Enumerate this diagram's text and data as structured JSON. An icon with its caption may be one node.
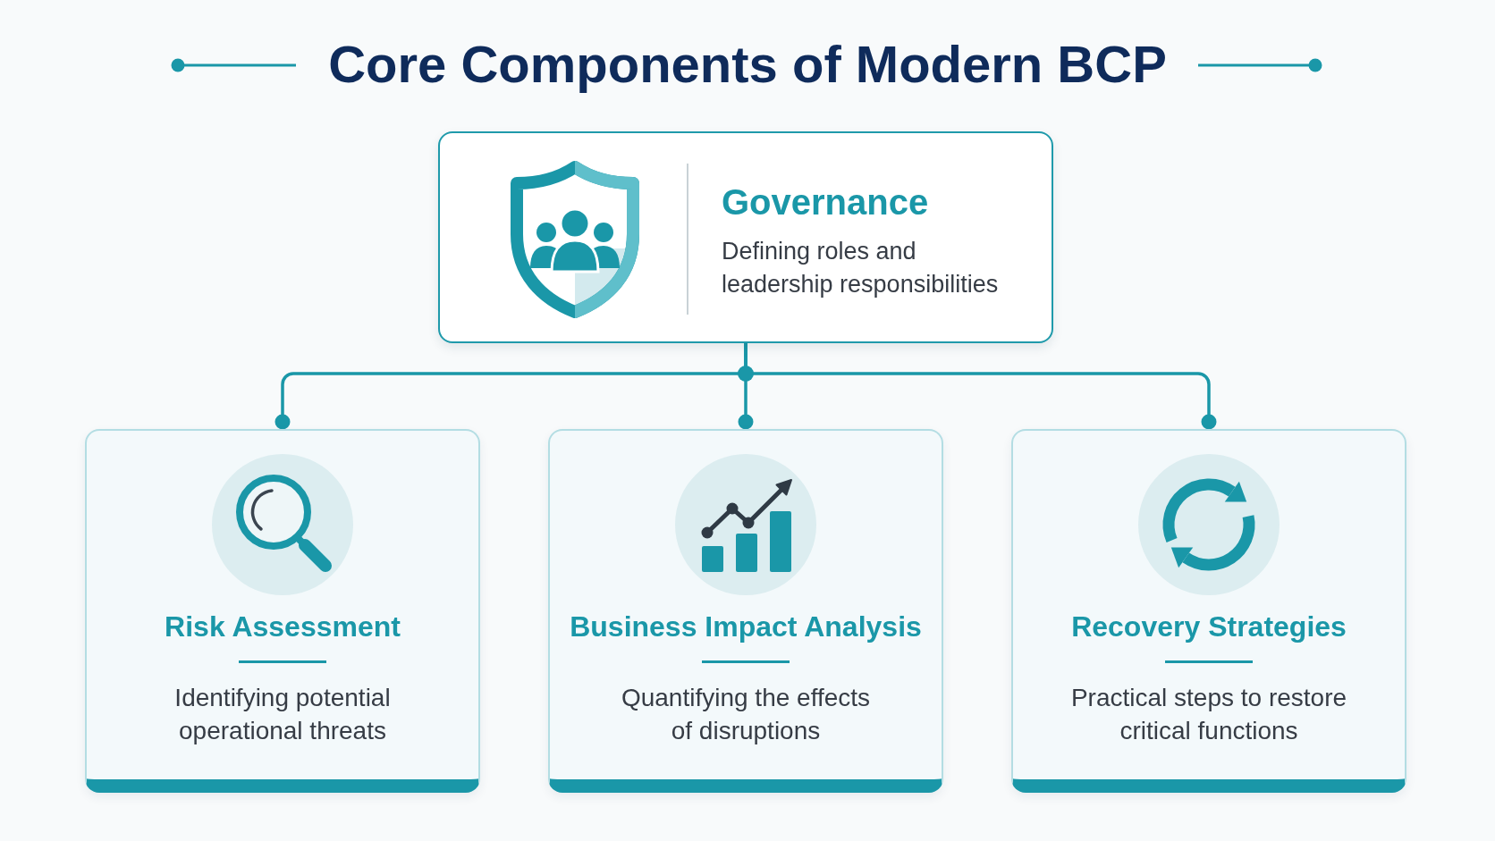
{
  "diagram": {
    "title": "Core Components of Modern BCP",
    "nodes": [
      {
        "text": [
          "Governance",
          "Defining roles and leadership responsibilities"
        ]
      },
      {
        "text": [
          "Risk Assessment",
          "Identifying potential operational threats"
        ]
      },
      {
        "text": [
          "Business Impact Analysis",
          "Quantifying the effects of disruptions"
        ]
      },
      {
        "text": [
          "Recovery Strategies",
          "Practical steps to restore critical functions"
        ]
      }
    ],
    "edges": [
      {
        "from": 0,
        "to": 1,
        "arrow": "other"
      },
      {
        "from": 0,
        "to": 2,
        "arrow": "other"
      },
      {
        "from": 0,
        "to": 3,
        "arrow": "other"
      }
    ]
  }
}
